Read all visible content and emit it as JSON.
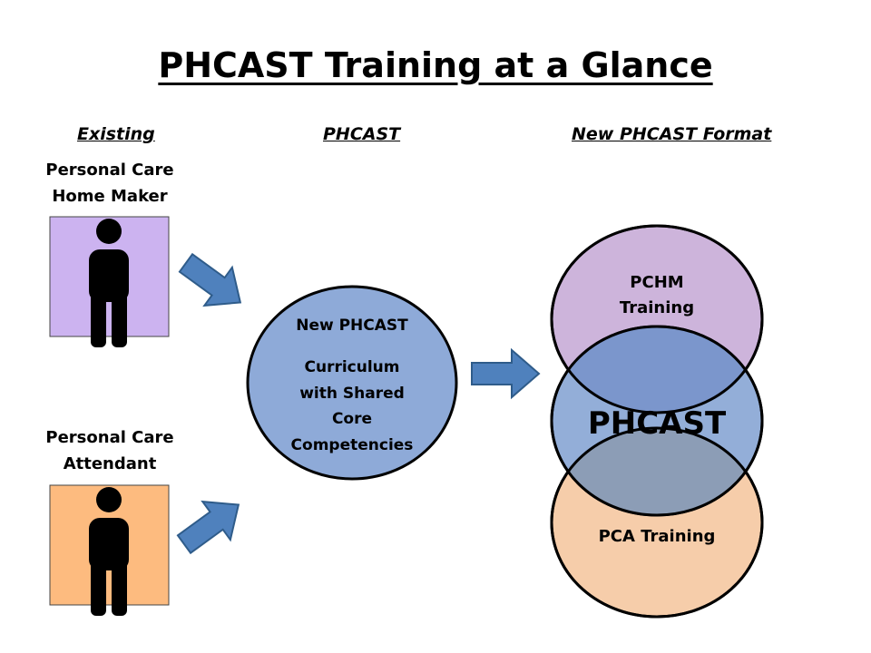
{
  "title": "PHCAST Training at a Glance",
  "columns": {
    "existing": "Existing",
    "phcast": "PHCAST",
    "new_format": "New PHCAST Format"
  },
  "roles": {
    "homemaker": {
      "line1": "Personal Care",
      "line2": "Home Maker",
      "color": "#CCB3F0"
    },
    "attendant": {
      "line1": "Personal Care",
      "line2": "Attendant",
      "color": "#FDBB7F"
    }
  },
  "center": {
    "heading": "New PHCAST",
    "line1": "Curriculum",
    "line2": "with Shared",
    "line3": "Core",
    "line4": "Competencies",
    "color": "#8EAAD8"
  },
  "outcome": {
    "top_line1": "PCHM",
    "top_line2": "Training",
    "middle": "PHCAST",
    "bottom": "PCA Training",
    "top_color": "#CDB4DB",
    "middle_color": "#8DAAD6",
    "bottom_color": "#F6CDAA"
  },
  "icons": {
    "person": "person-icon",
    "arrow": "arrow-icon"
  },
  "arrow_color": "#4F81BD"
}
